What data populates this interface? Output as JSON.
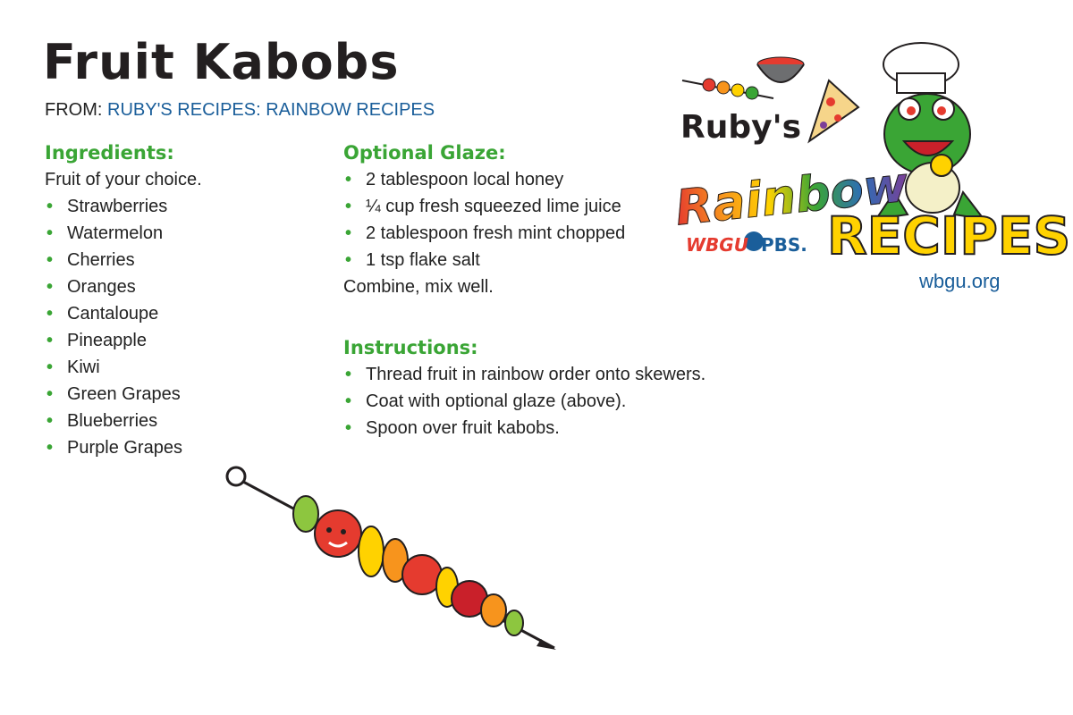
{
  "title": "Fruit Kabobs",
  "from": {
    "prefix": "FROM:",
    "source": "RUBY'S RECIPES: RAINBOW RECIPES"
  },
  "ingredients": {
    "heading": "Ingredients:",
    "intro": "Fruit of your choice.",
    "items": [
      "Strawberries",
      "Watermelon",
      "Cherries",
      "Oranges",
      "Cantaloupe",
      "Pineapple",
      "Kiwi",
      "Green Grapes",
      "Blueberries",
      "Purple Grapes"
    ]
  },
  "glaze": {
    "heading": "Optional Glaze:",
    "items": [
      "2 tablespoon local honey",
      "¼ cup fresh squeezed lime juice",
      "2 tablespoon fresh mint chopped",
      "1 tsp flake salt"
    ],
    "note": "Combine, mix well."
  },
  "instructions": {
    "heading": "Instructions:",
    "items": [
      "Thread fruit in rainbow order onto skewers.",
      "Coat with optional glaze (above).",
      "Spoon over fruit kabobs."
    ]
  },
  "logo": {
    "rubys": "Ruby's",
    "rainbow": "Rainbow",
    "recipes": "RECIPES",
    "wbgu": "WBGU",
    "pbs": "PBS.",
    "url": "wbgu.org"
  },
  "colors": {
    "heading_green": "#3aa535",
    "link_blue": "#1a5e9a",
    "title_black": "#231f20"
  }
}
